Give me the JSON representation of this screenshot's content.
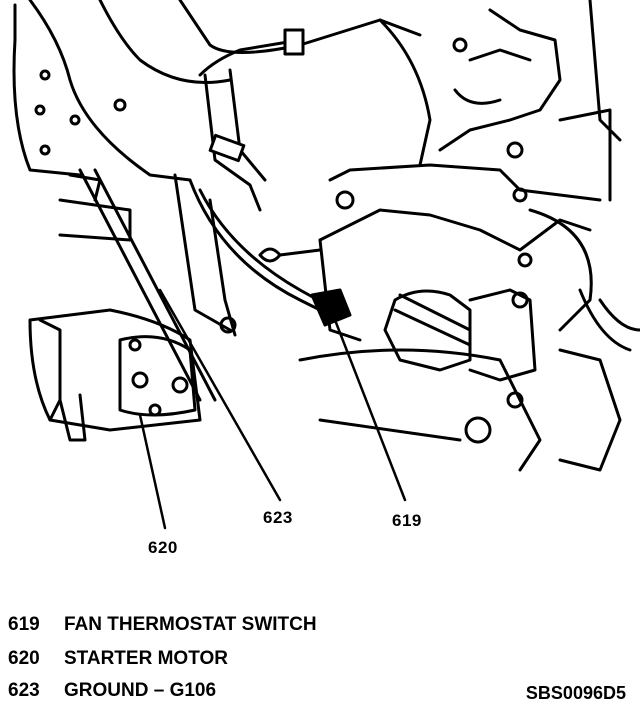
{
  "callouts": {
    "c619": "619",
    "c620": "620",
    "c623": "623"
  },
  "legend": [
    {
      "number": "619",
      "label": "FAN THERMOSTAT SWITCH"
    },
    {
      "number": "620",
      "label": "STARTER MOTOR"
    },
    {
      "number": "623",
      "label": "GROUND – G106"
    }
  ],
  "doc_id": "SBS0096D5"
}
